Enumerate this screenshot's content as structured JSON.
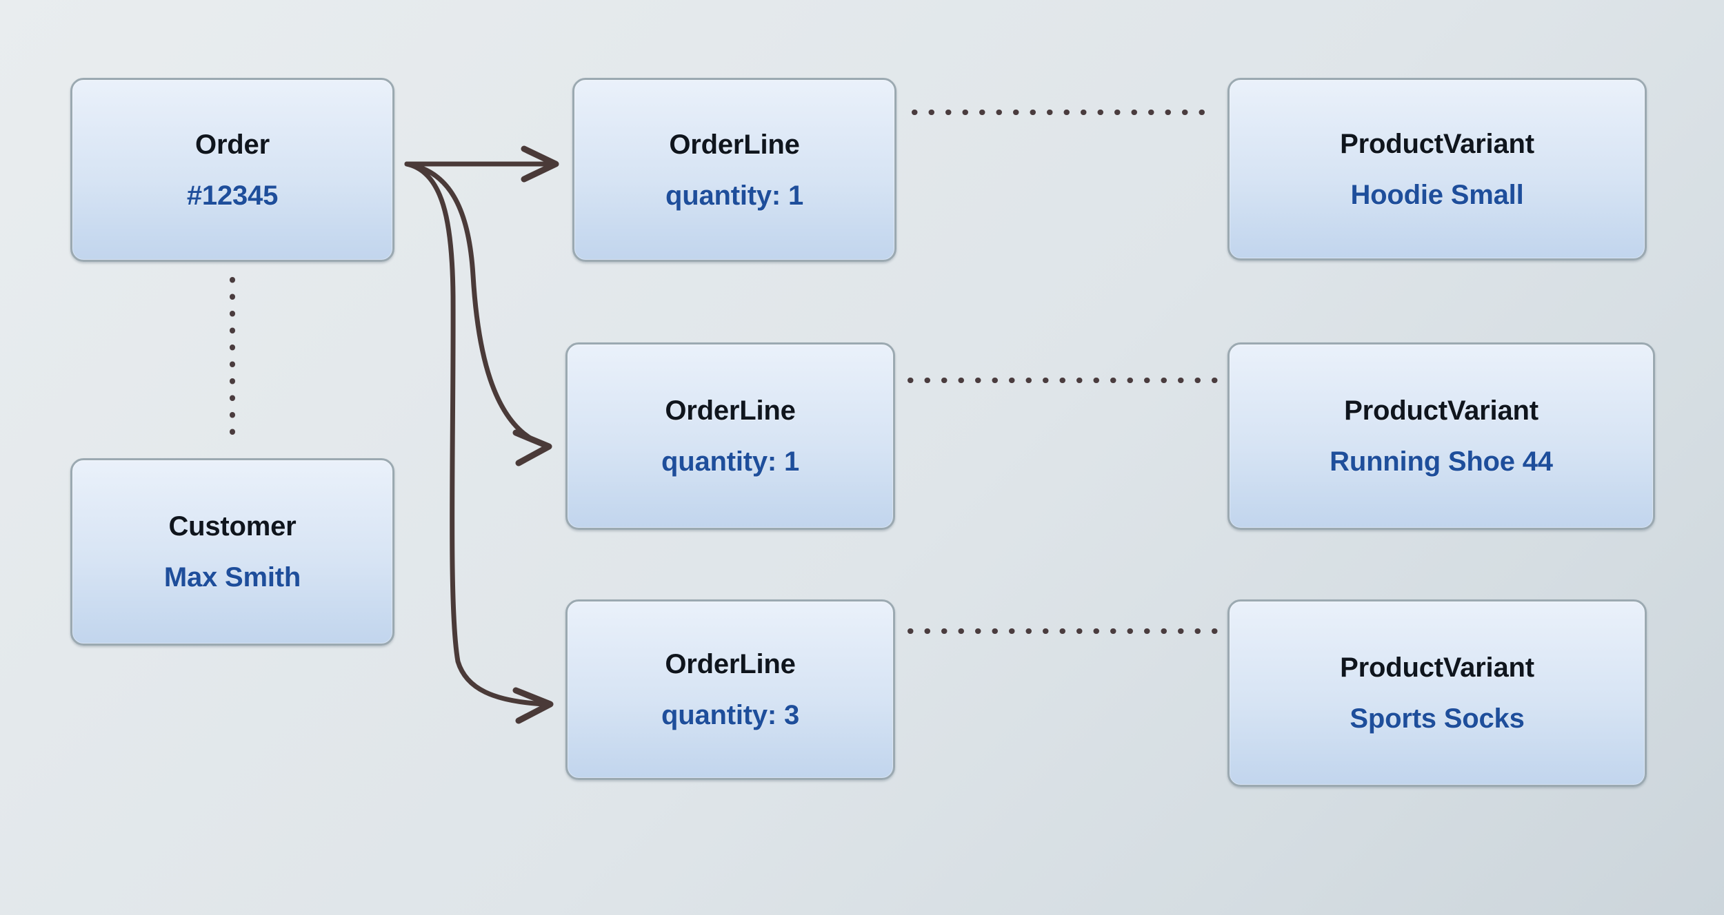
{
  "diagram": {
    "title": "Order entity relationship diagram",
    "background_color": "#e4e9ec",
    "node_border_color": "#9ba9b1",
    "node_fill_top": "#eaf1fa",
    "node_fill_bottom": "#c2d5ed",
    "title_color": "#0f151d",
    "subtitle_color": "#1e4e9b",
    "connector_color": "#4a3a38"
  },
  "nodes": {
    "order": {
      "title": "Order",
      "subtitle": "#12345"
    },
    "customer": {
      "title": "Customer",
      "subtitle": "Max Smith"
    },
    "orderline_1": {
      "title": "OrderLine",
      "subtitle": "quantity: 1"
    },
    "orderline_2": {
      "title": "OrderLine",
      "subtitle": "quantity: 1"
    },
    "orderline_3": {
      "title": "OrderLine",
      "subtitle": "quantity: 3"
    },
    "variant_1": {
      "title": "ProductVariant",
      "subtitle": "Hoodie Small"
    },
    "variant_2": {
      "title": "ProductVariant",
      "subtitle": "Running Shoe 44"
    },
    "variant_3": {
      "title": "ProductVariant",
      "subtitle": "Sports Socks"
    }
  },
  "edges": [
    {
      "id": "order-to-orderline-1",
      "from": "order",
      "to": "orderline_1",
      "style": "arrow-curved"
    },
    {
      "id": "order-to-orderline-2",
      "from": "order",
      "to": "orderline_2",
      "style": "arrow-curved"
    },
    {
      "id": "order-to-orderline-3",
      "from": "order",
      "to": "orderline_3",
      "style": "arrow-curved"
    },
    {
      "id": "order-to-customer",
      "from": "order",
      "to": "customer",
      "style": "dotted"
    },
    {
      "id": "orderline-1-to-variant-1",
      "from": "orderline_1",
      "to": "variant_1",
      "style": "dotted"
    },
    {
      "id": "orderline-2-to-variant-2",
      "from": "orderline_2",
      "to": "variant_2",
      "style": "dotted"
    },
    {
      "id": "orderline-3-to-variant-3",
      "from": "orderline_3",
      "to": "variant_3",
      "style": "dotted"
    }
  ]
}
